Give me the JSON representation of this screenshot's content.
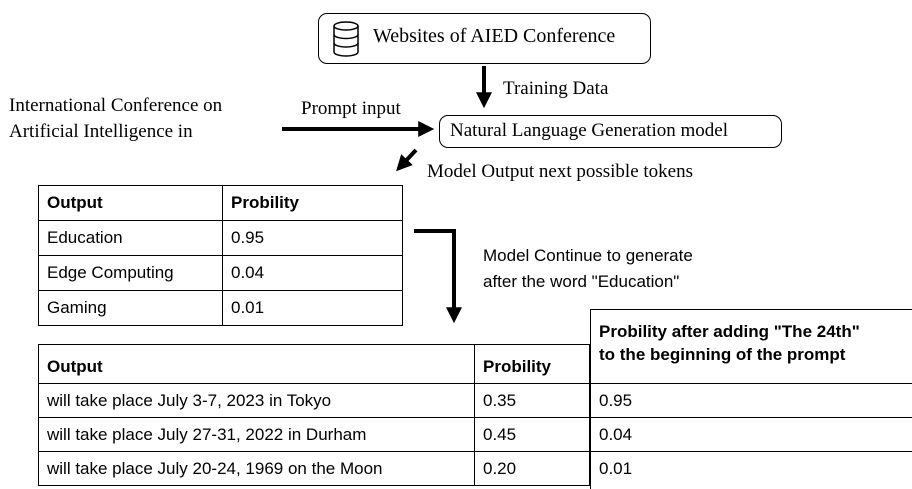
{
  "source": {
    "label": "Websites of AIED Conference",
    "icon": "database-icon"
  },
  "training_label": "Training Data",
  "prompt": {
    "line1": "International Conference on",
    "line2": "Artificial Intelligence in",
    "input_label": "Prompt input"
  },
  "model": {
    "label": "Natural Language Generation model"
  },
  "output_label": "Model Output next possible tokens",
  "table1": {
    "headers": [
      "Output",
      "Probility"
    ],
    "rows": [
      [
        "Education",
        "0.95"
      ],
      [
        "Edge Computing",
        "0.04"
      ],
      [
        "Gaming",
        "0.01"
      ]
    ]
  },
  "continue_note": {
    "line1": "Model Continue to generate",
    "line2": "after the word \"Education\""
  },
  "table2": {
    "headers": [
      "Output",
      "Probility"
    ],
    "header3_line1": "Probility after adding \"The 24th\"",
    "header3_line2": "to the beginning of the prompt",
    "rows": [
      [
        "will take place July 3-7, 2023 in Tokyo",
        "0.35",
        "0.95"
      ],
      [
        "will take place July 27-31, 2022 in Durham",
        "0.45",
        "0.04"
      ],
      [
        "will take place July 20-24, 1969 on the Moon",
        "0.20",
        "0.01"
      ]
    ]
  }
}
